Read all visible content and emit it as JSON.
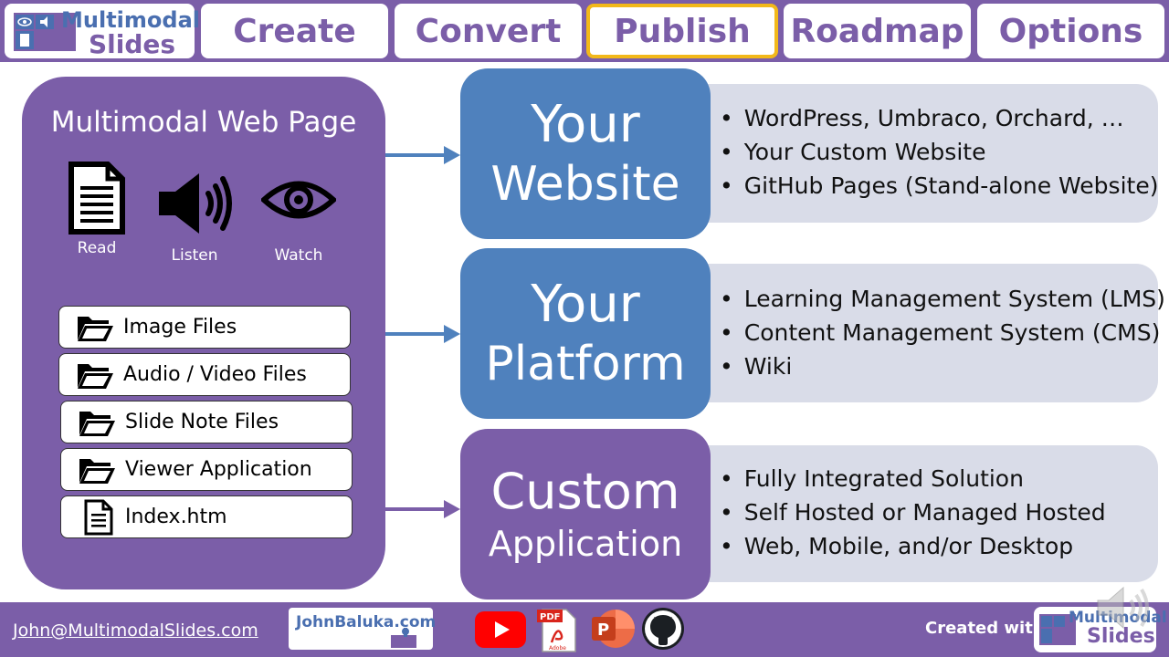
{
  "logo": {
    "line1": "Multimodal",
    "line2": "Slides"
  },
  "nav": {
    "tabs": [
      {
        "label": "Create"
      },
      {
        "label": "Convert"
      },
      {
        "label": "Publish",
        "active": true
      },
      {
        "label": "Roadmap"
      },
      {
        "label": "Options"
      }
    ]
  },
  "left_card": {
    "title": "Multimodal Web Page",
    "modes": [
      {
        "label": "Read",
        "icon": "document-icon"
      },
      {
        "label": "Listen",
        "icon": "speaker-icon"
      },
      {
        "label": "Watch",
        "icon": "eye-icon"
      }
    ],
    "files": [
      {
        "label": "Image Files",
        "icon": "folder-icon"
      },
      {
        "label": "Audio / Video Files",
        "icon": "folder-icon"
      },
      {
        "label": "Slide Note Files",
        "icon": "folder-icon"
      },
      {
        "label": "Viewer Application",
        "icon": "folder-icon"
      },
      {
        "label": "Index.htm",
        "icon": "file-icon"
      }
    ]
  },
  "targets": [
    {
      "line1": "Your",
      "line2": "Website",
      "color": "#4f81bd",
      "bullets": [
        "WordPress, Umbraco, Orchard, …",
        "Your Custom Website",
        "GitHub Pages (Stand-alone Website)"
      ]
    },
    {
      "line1": "Your",
      "line2": "Platform",
      "color": "#4f81bd",
      "bullets": [
        "Learning Management System (LMS)",
        "Content Management System (CMS)",
        "Wiki"
      ]
    },
    {
      "line1": "Custom",
      "line2": "Application",
      "color": "#7b5ea8",
      "bullets": [
        "Fully Integrated Solution",
        "Self Hosted or Managed Hosted",
        "Web, Mobile, and/or Desktop"
      ]
    }
  ],
  "footer": {
    "email": "John@MultimodalSlides.com",
    "site_logo": "JohnBaluka.com",
    "pdf_label": "PDF",
    "adobe_label": "Adobe",
    "created_with": "Created with",
    "logo_line1": "Multimodal",
    "logo_line2": "Slides"
  },
  "colors": {
    "purple": "#7b5ea8",
    "blue": "#4f81bd",
    "panel": "#d9dce8",
    "highlight": "#f2b81a"
  }
}
